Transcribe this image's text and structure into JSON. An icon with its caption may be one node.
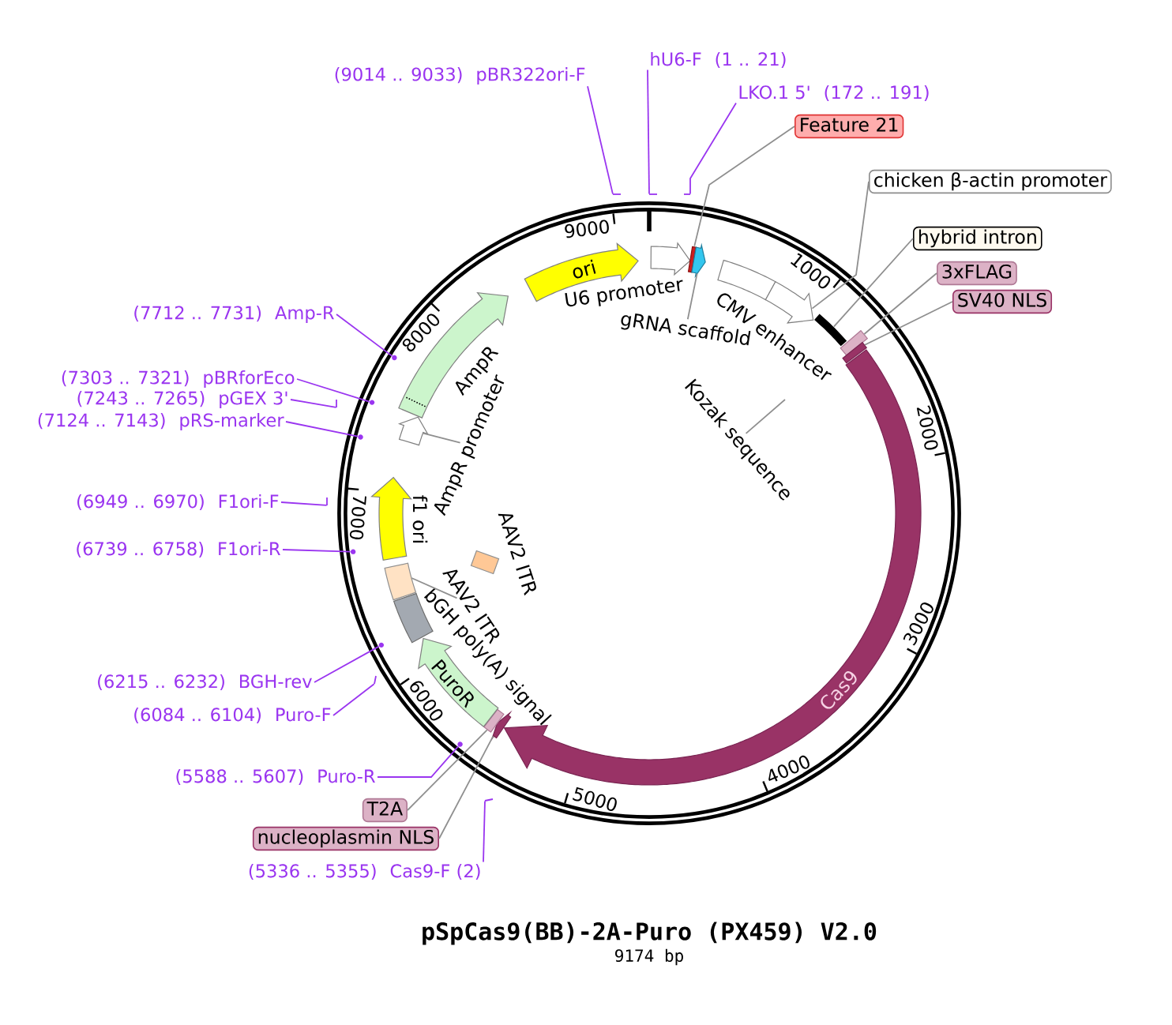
{
  "diagram": {
    "title": "pSpCas9(BB)-2A-Puro (PX459) V2.0",
    "caption": "9174 bp",
    "nodes": [
      {
        "text": [
          "(9014 .. 9033)",
          "pBR322ori-F"
        ]
      },
      {
        "text": [
          "hU6-F",
          "(1 .. 21)"
        ]
      },
      {
        "text": [
          "LKO.1 5'",
          "(172 .. 191)"
        ]
      },
      {
        "text": [
          "Feature 21"
        ]
      },
      {
        "text": [
          "chicken β-actin promoter"
        ]
      },
      {
        "text": [
          "hybrid intron"
        ]
      },
      {
        "text": [
          "3xFLAG"
        ]
      },
      {
        "text": [
          "SV40 NLS"
        ]
      },
      {
        "text": [
          "(7712 .. 7731)",
          "Amp-R"
        ]
      },
      {
        "text": [
          "(7303 .. 7321)",
          "pBRforEco"
        ]
      },
      {
        "text": [
          "(7243 .. 7265)",
          "pGEX 3'"
        ]
      },
      {
        "text": [
          "(7124 .. 7143)",
          "pRS-marker"
        ]
      },
      {
        "text": [
          "(6949 .. 6970)",
          "F1ori-F"
        ]
      },
      {
        "text": [
          "(6739 .. 6758)",
          "F1ori-R"
        ]
      },
      {
        "text": [
          "(6215 .. 6232)",
          "BGH-rev"
        ]
      },
      {
        "text": [
          "(6084 .. 6104)",
          "Puro-F"
        ]
      },
      {
        "text": [
          "(5588 .. 5607)",
          "Puro-R"
        ]
      },
      {
        "text": [
          "T2A"
        ]
      },
      {
        "text": [
          "nucleoplasmin NLS"
        ]
      },
      {
        "text": [
          "(5336 .. 5355)",
          "Cas9-F (2)"
        ]
      },
      {
        "text": [
          "ori"
        ]
      },
      {
        "text": [
          "U6 promoter"
        ]
      },
      {
        "text": [],
        "shape": "box"
      },
      {
        "text": [],
        "shape": "arrow"
      },
      {
        "text": [
          "gRNA scaffold"
        ]
      },
      {
        "text": [
          "CMV enhancer"
        ]
      },
      {
        "text": [],
        "shape": "bar"
      },
      {
        "text": [],
        "shape": "box"
      },
      {
        "text": [],
        "shape": "box"
      },
      {
        "text": [
          "Kozak sequence"
        ]
      },
      {
        "text": [
          "Cas9"
        ]
      },
      {
        "text": [],
        "shape": "arrow"
      },
      {
        "text": [],
        "shape": "box"
      },
      {
        "text": [
          "PuroR"
        ]
      },
      {
        "text": [
          "bGH poly(A) signal"
        ]
      },
      {
        "text": [],
        "shape": "box"
      },
      {
        "text": [
          "AAV2 ITR"
        ]
      },
      {
        "text": [
          "AAV2 ITR"
        ]
      },
      {
        "text": [
          "f1 ori"
        ]
      },
      {
        "text": [],
        "shape": "arrow"
      },
      {
        "text": [
          "AmpR promoter"
        ]
      },
      {
        "text": [
          "AmpR"
        ]
      },
      {
        "text": [],
        "shape": "bar"
      },
      {
        "text": [],
        "shape": "bar"
      },
      {
        "text": [],
        "shape": "bar"
      },
      {
        "text": [],
        "shape": "circle"
      },
      {
        "text": [],
        "shape": "circle"
      },
      {
        "text": [],
        "shape": "bar"
      },
      {
        "text": [],
        "shape": "circle"
      },
      {
        "text": [],
        "shape": "bar"
      },
      {
        "text": [],
        "shape": "circle"
      },
      {
        "text": [],
        "shape": "circle"
      },
      {
        "text": [],
        "shape": "bar"
      },
      {
        "text": [],
        "shape": "circle"
      },
      {
        "text": [],
        "shape": "bar"
      },
      {
        "text": [],
        "shape": "arrow"
      }
    ],
    "edges": [
      {
        "from": 0,
        "to": 42,
        "arrow": "none"
      },
      {
        "from": 1,
        "to": 43,
        "arrow": "none"
      },
      {
        "from": 2,
        "to": 44,
        "arrow": "none"
      },
      {
        "from": 3,
        "to": 22,
        "arrow": "none",
        "color": "#8f8f8f"
      },
      {
        "from": 4,
        "to": 55,
        "arrow": "none",
        "color": "#8f8f8f"
      },
      {
        "from": 5,
        "to": 26,
        "arrow": "none",
        "color": "#8f8f8f"
      },
      {
        "from": 6,
        "to": 27,
        "arrow": "none",
        "color": "#8f8f8f"
      },
      {
        "from": 7,
        "to": 28,
        "arrow": "none",
        "color": "#8f8f8f"
      },
      {
        "from": 8,
        "to": 45,
        "arrow": "none"
      },
      {
        "from": 9,
        "to": 46,
        "arrow": "none"
      },
      {
        "from": 10,
        "to": 47,
        "arrow": "none"
      },
      {
        "from": 11,
        "to": 48,
        "arrow": "none"
      },
      {
        "from": 12,
        "to": 49,
        "arrow": "none"
      },
      {
        "from": 13,
        "to": 50,
        "arrow": "none"
      },
      {
        "from": 14,
        "to": 51,
        "arrow": "none"
      },
      {
        "from": 15,
        "to": 52,
        "arrow": "none"
      },
      {
        "from": 16,
        "to": 53,
        "arrow": "none"
      },
      {
        "from": 17,
        "to": 32,
        "arrow": "none",
        "color": "#8f8f8f"
      },
      {
        "from": 18,
        "to": 31,
        "arrow": "none",
        "color": "#8f8f8f"
      },
      {
        "from": 19,
        "to": 54,
        "arrow": "none"
      },
      {
        "from": 24,
        "to": 23,
        "arrow": "none",
        "color": "#8f8f8f"
      },
      {
        "from": 29,
        "to": null,
        "arrow": "none",
        "color": "#8f8f8f"
      },
      {
        "from": 36,
        "to": 35,
        "arrow": "none",
        "color": "#8f8f8f"
      },
      {
        "from": 40,
        "to": 39,
        "arrow": "none",
        "color": "#8f8f8f"
      }
    ],
    "labels": [
      "1000",
      "2000",
      "3000",
      "4000",
      "5000",
      "6000",
      "7000",
      "8000",
      "9000"
    ]
  }
}
